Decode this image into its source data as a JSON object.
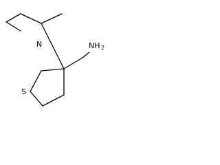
{
  "molecule": {
    "atoms": {
      "nitrogen": "N",
      "sulfur": "S",
      "amine_main": "NH",
      "amine_subscript": "2"
    },
    "colors": {
      "bond": "#000000",
      "text": "#000000",
      "background": "#ffffff"
    }
  }
}
